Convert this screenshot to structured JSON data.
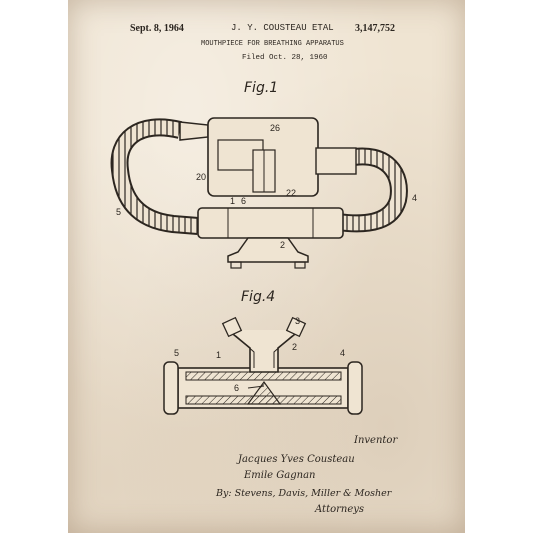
{
  "header": {
    "date": "Sept. 8, 1964",
    "inventor": "J. Y. COUSTEAU ETAL",
    "patent_number": "3,147,752",
    "title": "MOUTHPIECE FOR BREATHING APPARATUS",
    "filed": "Filed Oct. 28, 1960"
  },
  "figures": {
    "fig1": {
      "label": "Fig.1",
      "refs": {
        "r26": "26",
        "r20": "20",
        "r22": "22",
        "r1": "1",
        "r6": "6",
        "r2": "2",
        "r4": "4",
        "r5": "5"
      }
    },
    "fig4": {
      "label": "Fig.4",
      "refs": {
        "r3": "3",
        "r2": "2",
        "r5": "5",
        "r1": "1",
        "r4": "4",
        "r6": "6"
      }
    }
  },
  "signature": {
    "role": "Inventor",
    "name1": "Jacques Yves Cousteau",
    "name2": "Emile Gagnan",
    "attorneys": "By: Stevens, Davis, Miller & Mosher",
    "attorneys_role": "Attorneys"
  },
  "colors": {
    "paper": "#efe4d2",
    "ink": "#2c2620"
  }
}
